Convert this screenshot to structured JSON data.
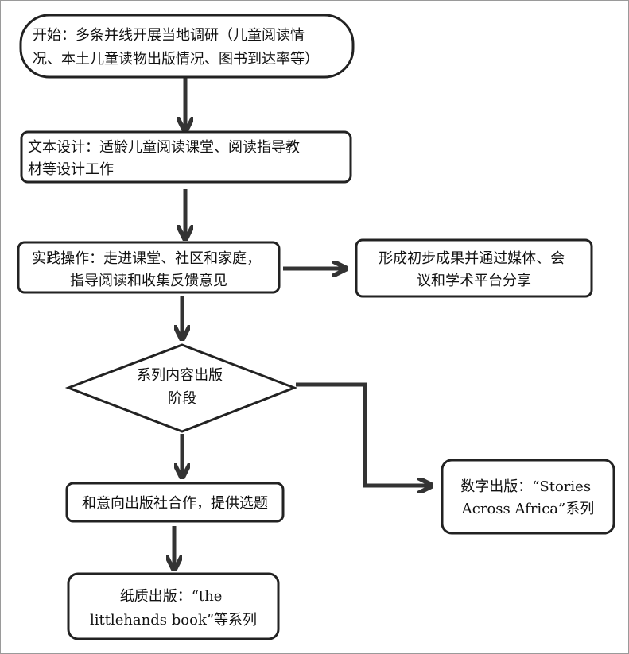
{
  "nodes": {
    "start": {
      "lines": [
        "开始：多条并线开展当地调研（儿童阅读情",
        "况、本土儿童读物出版情况、图书到达率等）"
      ]
    },
    "design": {
      "lines": [
        "文本设计：适龄儿童阅读课堂、阅读指导教",
        "材等设计工作"
      ]
    },
    "practice": {
      "lines": [
        "实践操作：走进课堂、社区和家庭，",
        "指导阅读和收集反馈意见"
      ]
    },
    "share": {
      "lines": [
        "形成初步成果并通过媒体、会",
        "议和学术平台分享"
      ]
    },
    "decision": {
      "lines": [
        "系列内容出版",
        "阶段"
      ]
    },
    "cooperate": {
      "lines": [
        "和意向出版社合作，提供选题"
      ]
    },
    "digital": {
      "lines": [
        "数字出版：“Stories",
        "Across Africa”系列"
      ]
    },
    "paper": {
      "lines": [
        "纸质出版：“the",
        "littlehands book”等系列"
      ]
    }
  }
}
